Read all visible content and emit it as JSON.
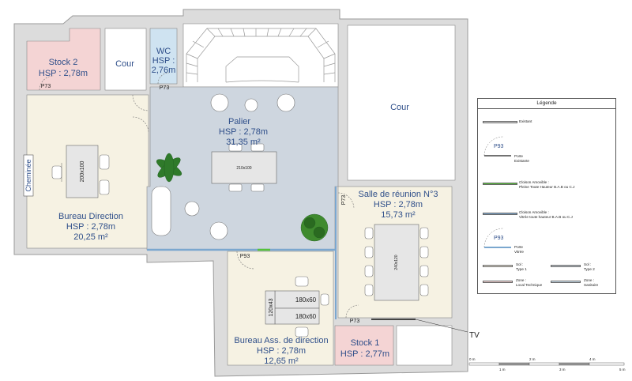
{
  "rooms": {
    "stock2": {
      "name": "Stock 2",
      "hsp": "HSP : 2,78m"
    },
    "cour1": {
      "name": "Cour"
    },
    "wc": {
      "name": "WC",
      "hsp": "HSP : 2,76m"
    },
    "cour2": {
      "name": "Cour"
    },
    "palier": {
      "name": "Palier",
      "hsp": "HSP : 2,78m",
      "area": "31,35 m²"
    },
    "bureau_direction": {
      "name": "Bureau Direction",
      "hsp": "HSP : 2,78m",
      "area": "20,25 m²"
    },
    "salle_reunion": {
      "name": "Salle de réunion N°3",
      "hsp": "HSP : 2,78m",
      "area": "15,73 m²"
    },
    "bureau_ass": {
      "name": "Bureau Ass. de direction",
      "hsp": "HSP : 2,78m",
      "area": "12,65 m²"
    },
    "stock1": {
      "name": "Stock 1",
      "hsp": "HSP : 2,77m"
    }
  },
  "labels": {
    "cheminee": "Cheminée",
    "tv": "TV",
    "p73": "P73",
    "p93": "P93"
  },
  "furniture": {
    "desk_direction": "200x100",
    "table_palier": "210x100",
    "table_reunion": "240x120",
    "desk_ass_1": "180x60",
    "desk_ass_2": "180x60",
    "desk_ass_side": "120x43"
  },
  "legend": {
    "title": "Légende",
    "existant": "Existant",
    "p93": "P93",
    "porte_existante": "Porte\nExistante",
    "cloison_pleine": "Cloison Amovible :\nPleine Toute Hauteur  B.A.B ou C.J",
    "cloison_vitree": "Cloison Amovible :\nVitrée toute hauteur B.A.B ou C.J",
    "porte_vitree": "Porte\nVitrée",
    "sol1": "Sol :\nType 1",
    "sol2": "Sol :\nType 2",
    "zone_tech": "Zone :\nLocal Technique",
    "zone_san": "Zone :\nSanitaire"
  },
  "scale": {
    "ticks_top": [
      "0 m",
      "2 m",
      "4 m"
    ],
    "ticks_bottom": [
      "1 m",
      "3 m",
      "5 m"
    ]
  },
  "colors": {
    "floor_grey": "#ced6df",
    "floor_beige": "#f6f2e3",
    "zone_pink": "#f4d4d4",
    "zone_blue": "#cfe3f1",
    "wall": "#dcdcdc",
    "label_blue": "#2f4f8a",
    "cloison_green": "#56c23a"
  }
}
